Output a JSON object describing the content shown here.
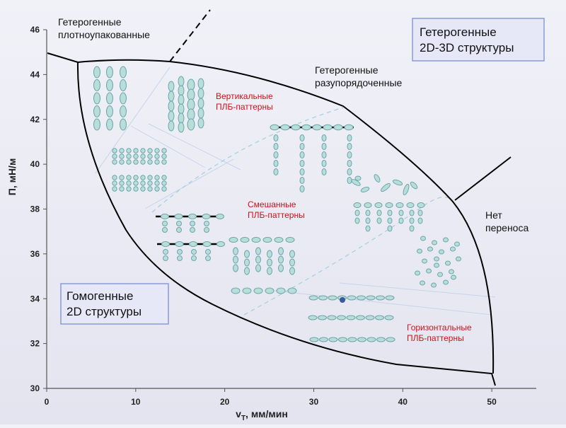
{
  "diagram": {
    "y_axis": {
      "title": "Π, мН/м",
      "range": [
        30,
        46
      ],
      "ticks": [
        "30",
        "32",
        "34",
        "36",
        "38",
        "40",
        "42",
        "44",
        "46"
      ]
    },
    "x_axis": {
      "title_main": "v",
      "title_sub": "T",
      "title_rest": ", мм/мин",
      "range": [
        0,
        55
      ],
      "ticks": [
        "0",
        "10",
        "20",
        "30",
        "40",
        "50"
      ]
    },
    "regions": {
      "dense_line1": "Гетерогенные",
      "dense_line2": "плотноупакованные",
      "disordered_line1": "Гетерогенные",
      "disordered_line2": "разупорядоченные",
      "no_transfer_line1": "Нет",
      "no_transfer_line2": "переноса"
    },
    "boxes": {
      "hetero_line1": "Гетерогенные",
      "hetero_line2": "2D-3D структуры",
      "homo_line1": "Гомогенные",
      "homo_line2": "2D структуры"
    },
    "patterns": {
      "vertical_line1": "Вертикальные",
      "vertical_line2": "ПЛБ-паттерны",
      "mixed_line1": "Смешанные",
      "mixed_line2": "ПЛБ-паттерны",
      "horizontal_line1": "Горизонтальные",
      "horizontal_line2": "ПЛБ-паттерны"
    },
    "colors": {
      "boundary": "#000000",
      "pattern_label": "#d0101a",
      "ellipse_fill": "#b9ddd9",
      "ellipse_stroke": "#6aa7ad",
      "box_border": "#7c8fd0"
    }
  }
}
